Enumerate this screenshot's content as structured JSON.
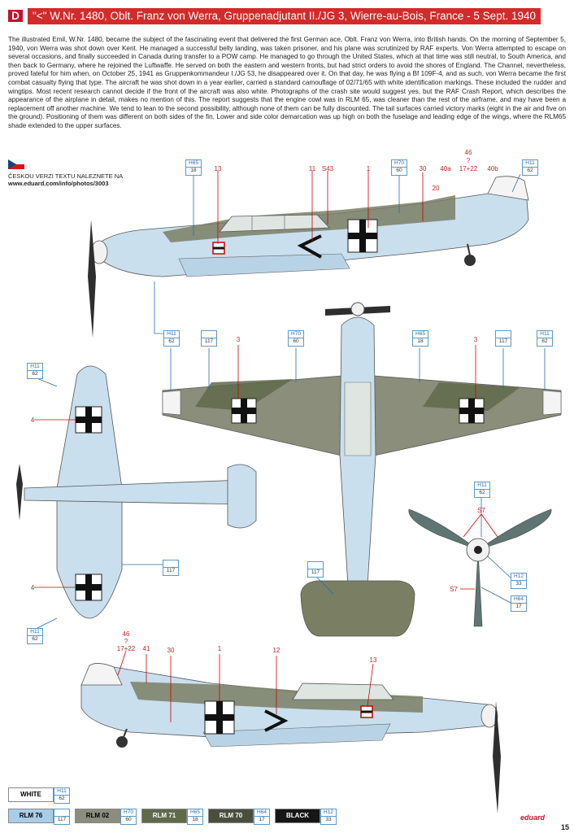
{
  "header": {
    "letter": "D",
    "title": "\"<\" W.Nr. 1480, Oblt. Franz von Werra, Gruppenadjutant II./JG 3, Wierre-au-Bois, France - 5 Sept. 1940"
  },
  "intro_text": "The illustrated Emil, W.Nr. 1480, became the subject of the fascinating event that delivered the first German ace, Oblt. Franz von Werra, into British hands. On the morning of September 5, 1940, von Werra was shot down over Kent. He managed a successful belly landing, was taken prisoner, and his plane was scrutinized by RAF experts. Von Werra attempted to escape on several occasions, and finally succeeded in Canada during transfer to a POW camp. He managed to go through the United States, which at that time was still neutral, to South America, and then back to Germany, where he rejoined the Luftwaffe. He served on both the eastern and western fronts, but had strict orders to avoid the shores of England. The Channel, nevertheless, proved fateful for him when, on October 25, 1941 as Gruppenkommandeur I./JG 53, he disappeared over it. On that day, he was flying a Bf 109F-4, and as such, von Werra became the first combat casualty flying that type. The aircraft he was shot down in a year earlier, carried a standard camouflage of 02/71/65 with white identification markings. These included the rudder and wingtips. Most recent research cannot decide if the front of the aircraft was also white. Photographs of the crash site would suggest yes, but the RAF Crash Report, which describes the appearance of the airplane in detail, makes no mention of this. The report suggests that the engine cowl was in RLM 65, was cleaner than the rest of the airframe, and may have been a replacement off another machine. We tend to lean to the second possibility, although none of them can be fully discounted. The tail surfaces carried victory marks (eight in the air and five on the ground). Positioning of them was different on both sides of the fin. Lower and side color demarcation was up high on both the fuselage and leading edge of the wings, where the RLM65 shade extended to the upper surfaces.",
  "czech": {
    "line1": "ČESKOU VERZI TEXTU NALEZNETE NA",
    "line2": "www.eduard.com/info/photos/3003"
  },
  "callouts": {
    "top_side": {
      "h65": {
        "code": "H65",
        "num": "18"
      },
      "n13": "13",
      "n11": "11",
      "s43": "S43",
      "n1": "1",
      "h70": {
        "code": "H70",
        "num": "60"
      },
      "n30": "30",
      "n40a": "40a",
      "n17_22": "17+22",
      "n40b": "40b",
      "n46": "46",
      "q": "?",
      "n20": "20",
      "h11": {
        "code": "H11",
        "num": "62"
      }
    },
    "top_view": {
      "h11_left": {
        "code": "H11",
        "num": "62"
      },
      "b117_left": {
        "code": "",
        "num": "117"
      },
      "n3_left": "3",
      "h70": {
        "code": "H70",
        "num": "60"
      },
      "h65": {
        "code": "H65",
        "num": "18"
      },
      "n3_right": "3",
      "b117_right": {
        "code": "",
        "num": "117"
      },
      "h11_right": {
        "code": "H11",
        "num": "62"
      },
      "b117_bottom": {
        "code": "",
        "num": "117"
      }
    },
    "bottom_view": {
      "h11_top": {
        "code": "H11",
        "num": "62"
      },
      "n4_top": "4",
      "b117": {
        "code": "",
        "num": "117"
      },
      "n4_bottom": "4",
      "h11_bottom": {
        "code": "H11",
        "num": "62"
      }
    },
    "prop": {
      "h11": {
        "code": "H11",
        "num": "62"
      },
      "s7_top": "S7",
      "s7_left": "S7",
      "h12": {
        "code": "H12",
        "num": "33"
      },
      "h64": {
        "code": "H64",
        "num": "17"
      }
    },
    "bottom_side": {
      "n46": "46",
      "q": "?",
      "n17_22": "17+22",
      "n41": "41",
      "n30": "30",
      "n1": "1",
      "n12": "12",
      "n13": "13"
    }
  },
  "swatches": [
    {
      "label": "WHITE",
      "code": "H11",
      "num": "62",
      "color": "#ffffff",
      "text": "#000"
    },
    {
      "label": "RLM 76",
      "code": "",
      "num": "117",
      "color": "#a9cde6",
      "text": "#000"
    },
    {
      "label": "RLM 02",
      "code": "H70",
      "num": "60",
      "color": "#8b8e7e",
      "text": "#000"
    },
    {
      "label": "RLM 71",
      "code": "H65",
      "num": "18",
      "color": "#5f6a4b",
      "text": "#fff"
    },
    {
      "label": "RLM 70",
      "code": "H64",
      "num": "17",
      "color": "#4a4f3d",
      "text": "#fff"
    },
    {
      "label": "BLACK",
      "code": "H12",
      "num": "33",
      "color": "#161616",
      "text": "#fff"
    }
  ],
  "logo": "eduard",
  "page_number": "15"
}
